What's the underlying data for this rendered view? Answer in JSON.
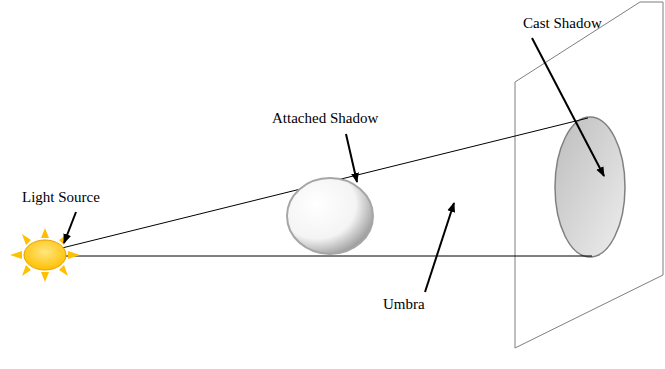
{
  "diagram": {
    "labels": [
      "Cast Shadow",
      "Attached Shadow",
      "Light Source",
      "Umbra"
    ]
  }
}
